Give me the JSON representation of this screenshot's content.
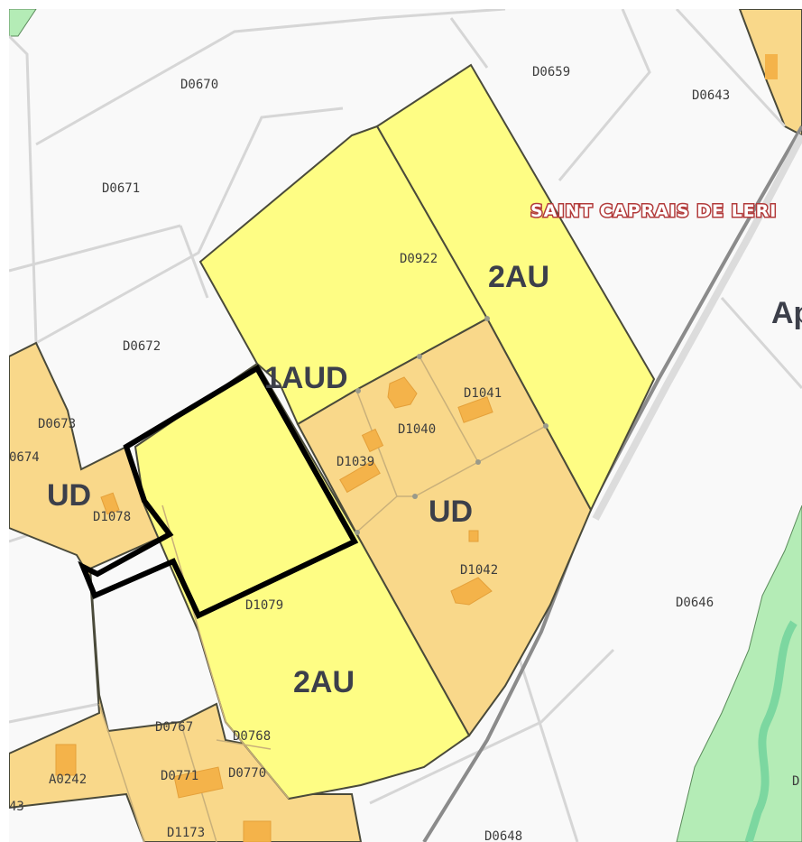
{
  "map": {
    "place_name": "SAINT CAPRAIS DE LERI",
    "zones": {
      "zone_2au_north": "2AU",
      "zone_1aud": "1AUD",
      "zone_ud_center": "UD",
      "zone_ud_west": "UD",
      "zone_2au_south": "2AU",
      "zone_partial_east": "Ap"
    },
    "parcels": {
      "d0670": "D0670",
      "d0659": "D0659",
      "d0643": "D0643",
      "d0671": "D0671",
      "d0922": "D0922",
      "d0672": "D0672",
      "d0673": "D0673",
      "d0674": "0674",
      "d1041": "D1041",
      "d1040": "D1040",
      "d1039": "D1039",
      "d1078": "D1078",
      "d1042": "D1042",
      "d0646": "D0646",
      "d1079": "D1079",
      "d0767": "D0767",
      "d0768": "D0768",
      "d0771": "D0771",
      "d0770": "D0770",
      "a0242": "A0242",
      "edge_43": "43",
      "d1173": "D1173",
      "d0648": "D0648",
      "edge_right": "D"
    },
    "colors": {
      "background": "#f9f9f9",
      "zone_au": "#fefd84",
      "zone_ud": "#f9d88a",
      "zone_natural": "#b4ecb6",
      "river": "#7cd7a0",
      "parcel_line": "#d6d6d6",
      "zone_border": "#4a4a3a",
      "selection": "#000000",
      "building": "#f4b34a"
    }
  }
}
